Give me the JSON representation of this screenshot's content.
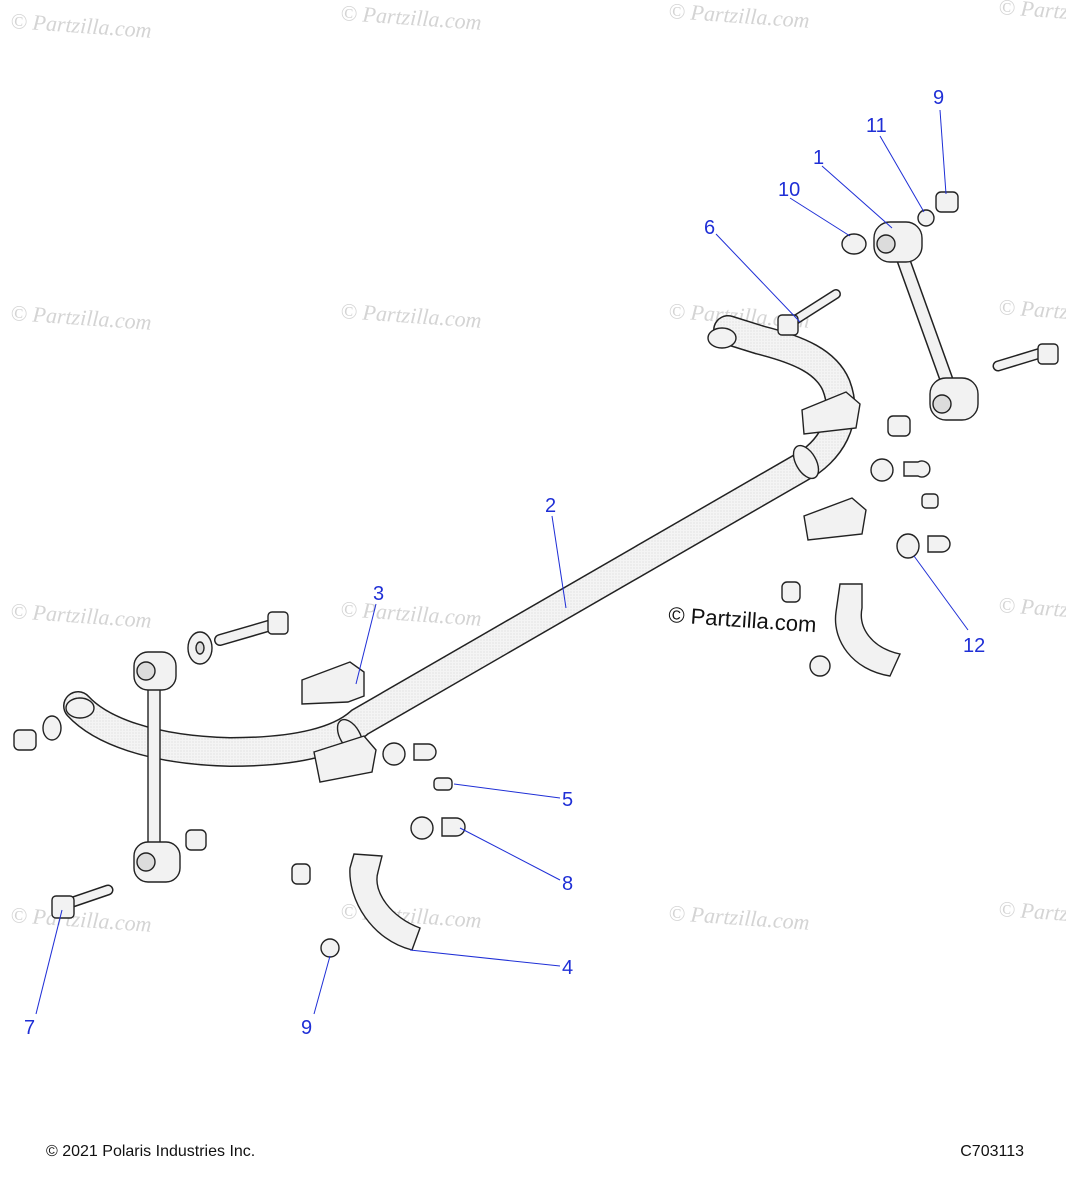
{
  "watermarks": {
    "text": "© Partzilla.com",
    "main_text": "© Partzilla.com"
  },
  "callouts": [
    {
      "id": "c1",
      "label": "1"
    },
    {
      "id": "c2",
      "label": "2"
    },
    {
      "id": "c3",
      "label": "3"
    },
    {
      "id": "c4",
      "label": "4"
    },
    {
      "id": "c5",
      "label": "5"
    },
    {
      "id": "c6",
      "label": "6"
    },
    {
      "id": "c7",
      "label": "7"
    },
    {
      "id": "c8",
      "label": "8"
    },
    {
      "id": "c9a",
      "label": "9"
    },
    {
      "id": "c9b",
      "label": "9"
    },
    {
      "id": "c10",
      "label": "10"
    },
    {
      "id": "c11",
      "label": "11"
    },
    {
      "id": "c12",
      "label": "12"
    }
  ],
  "footer": {
    "copyright": "© 2021 Polaris Industries Inc.",
    "diagram_code": "C703113"
  },
  "colors": {
    "callout": "#1f2fd6",
    "watermark": "#d4d4d4",
    "line": "#222222"
  }
}
